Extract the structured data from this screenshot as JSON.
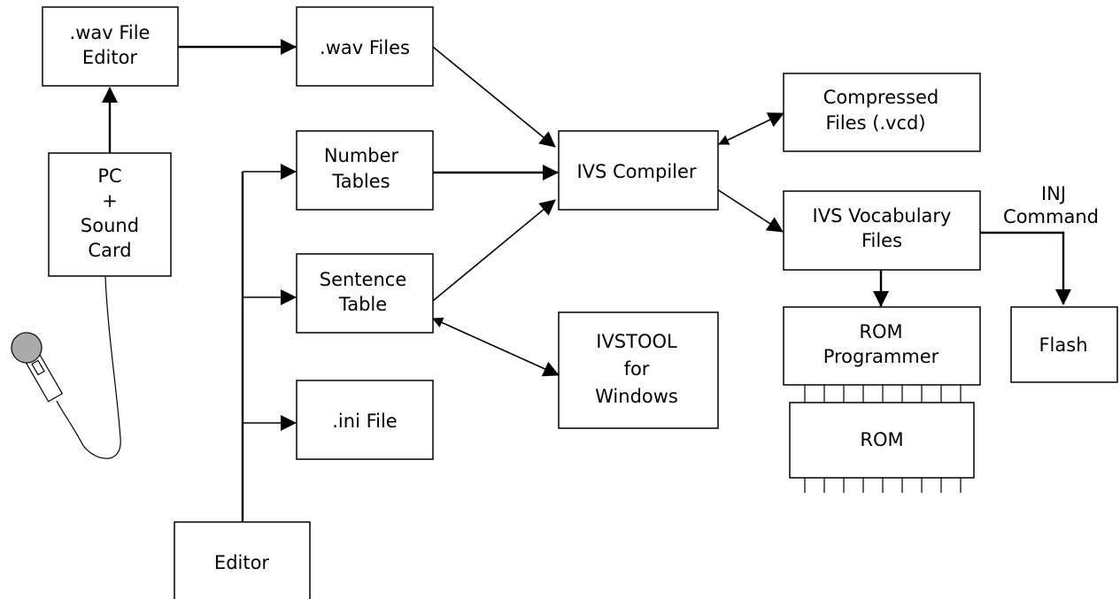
{
  "nodes": {
    "wav_editor": {
      "lines": [
        ".wav File",
        "Editor"
      ]
    },
    "wav_files": {
      "lines": [
        ".wav Files"
      ]
    },
    "pc": {
      "lines": [
        "PC",
        "+",
        "Sound",
        "Card"
      ]
    },
    "number_tables": {
      "lines": [
        "Number",
        "Tables"
      ]
    },
    "sentence_table": {
      "lines": [
        "Sentence",
        "Table"
      ]
    },
    "ini_file": {
      "lines": [
        ".ini File"
      ]
    },
    "editor": {
      "lines": [
        "Editor"
      ]
    },
    "ivs_compiler": {
      "lines": [
        "IVS Compiler"
      ]
    },
    "ivstool": {
      "lines": [
        "IVSTOOL",
        "for",
        "Windows"
      ]
    },
    "compressed": {
      "lines": [
        "Compressed",
        "Files (.vcd)"
      ]
    },
    "ivs_vocab": {
      "lines": [
        "IVS Vocabulary",
        "Files"
      ]
    },
    "rom_programmer": {
      "lines": [
        "ROM",
        "Programmer"
      ]
    },
    "rom": {
      "lines": [
        "ROM"
      ]
    },
    "flash": {
      "lines": [
        "Flash"
      ]
    }
  },
  "annotation": {
    "lines": [
      "INJ",
      "Command"
    ]
  },
  "icons": {
    "microphone": "microphone-icon"
  }
}
